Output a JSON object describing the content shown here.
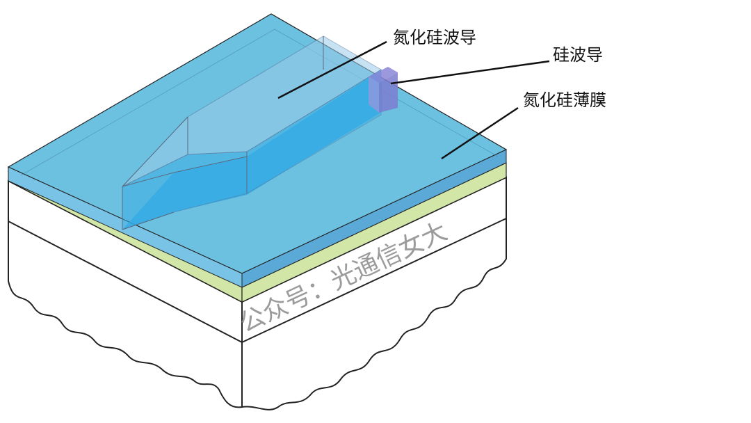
{
  "labels": {
    "sin_waveguide": "氮化硅波导",
    "si_waveguide": "硅波导",
    "sin_film": "氮化硅薄膜"
  },
  "watermark": "公众号：光通信女大",
  "colors": {
    "cladding_top": "#6cc0e0",
    "cladding_left": "#78c3e6",
    "cladding_right": "#5aa9d6",
    "waveguide": "#29a6e3",
    "taper": "#3aaee6",
    "si_tip": "#8a86d8",
    "film_layer": "#d2e6a7",
    "substrate": "#ffffff",
    "outline": "#222222"
  }
}
